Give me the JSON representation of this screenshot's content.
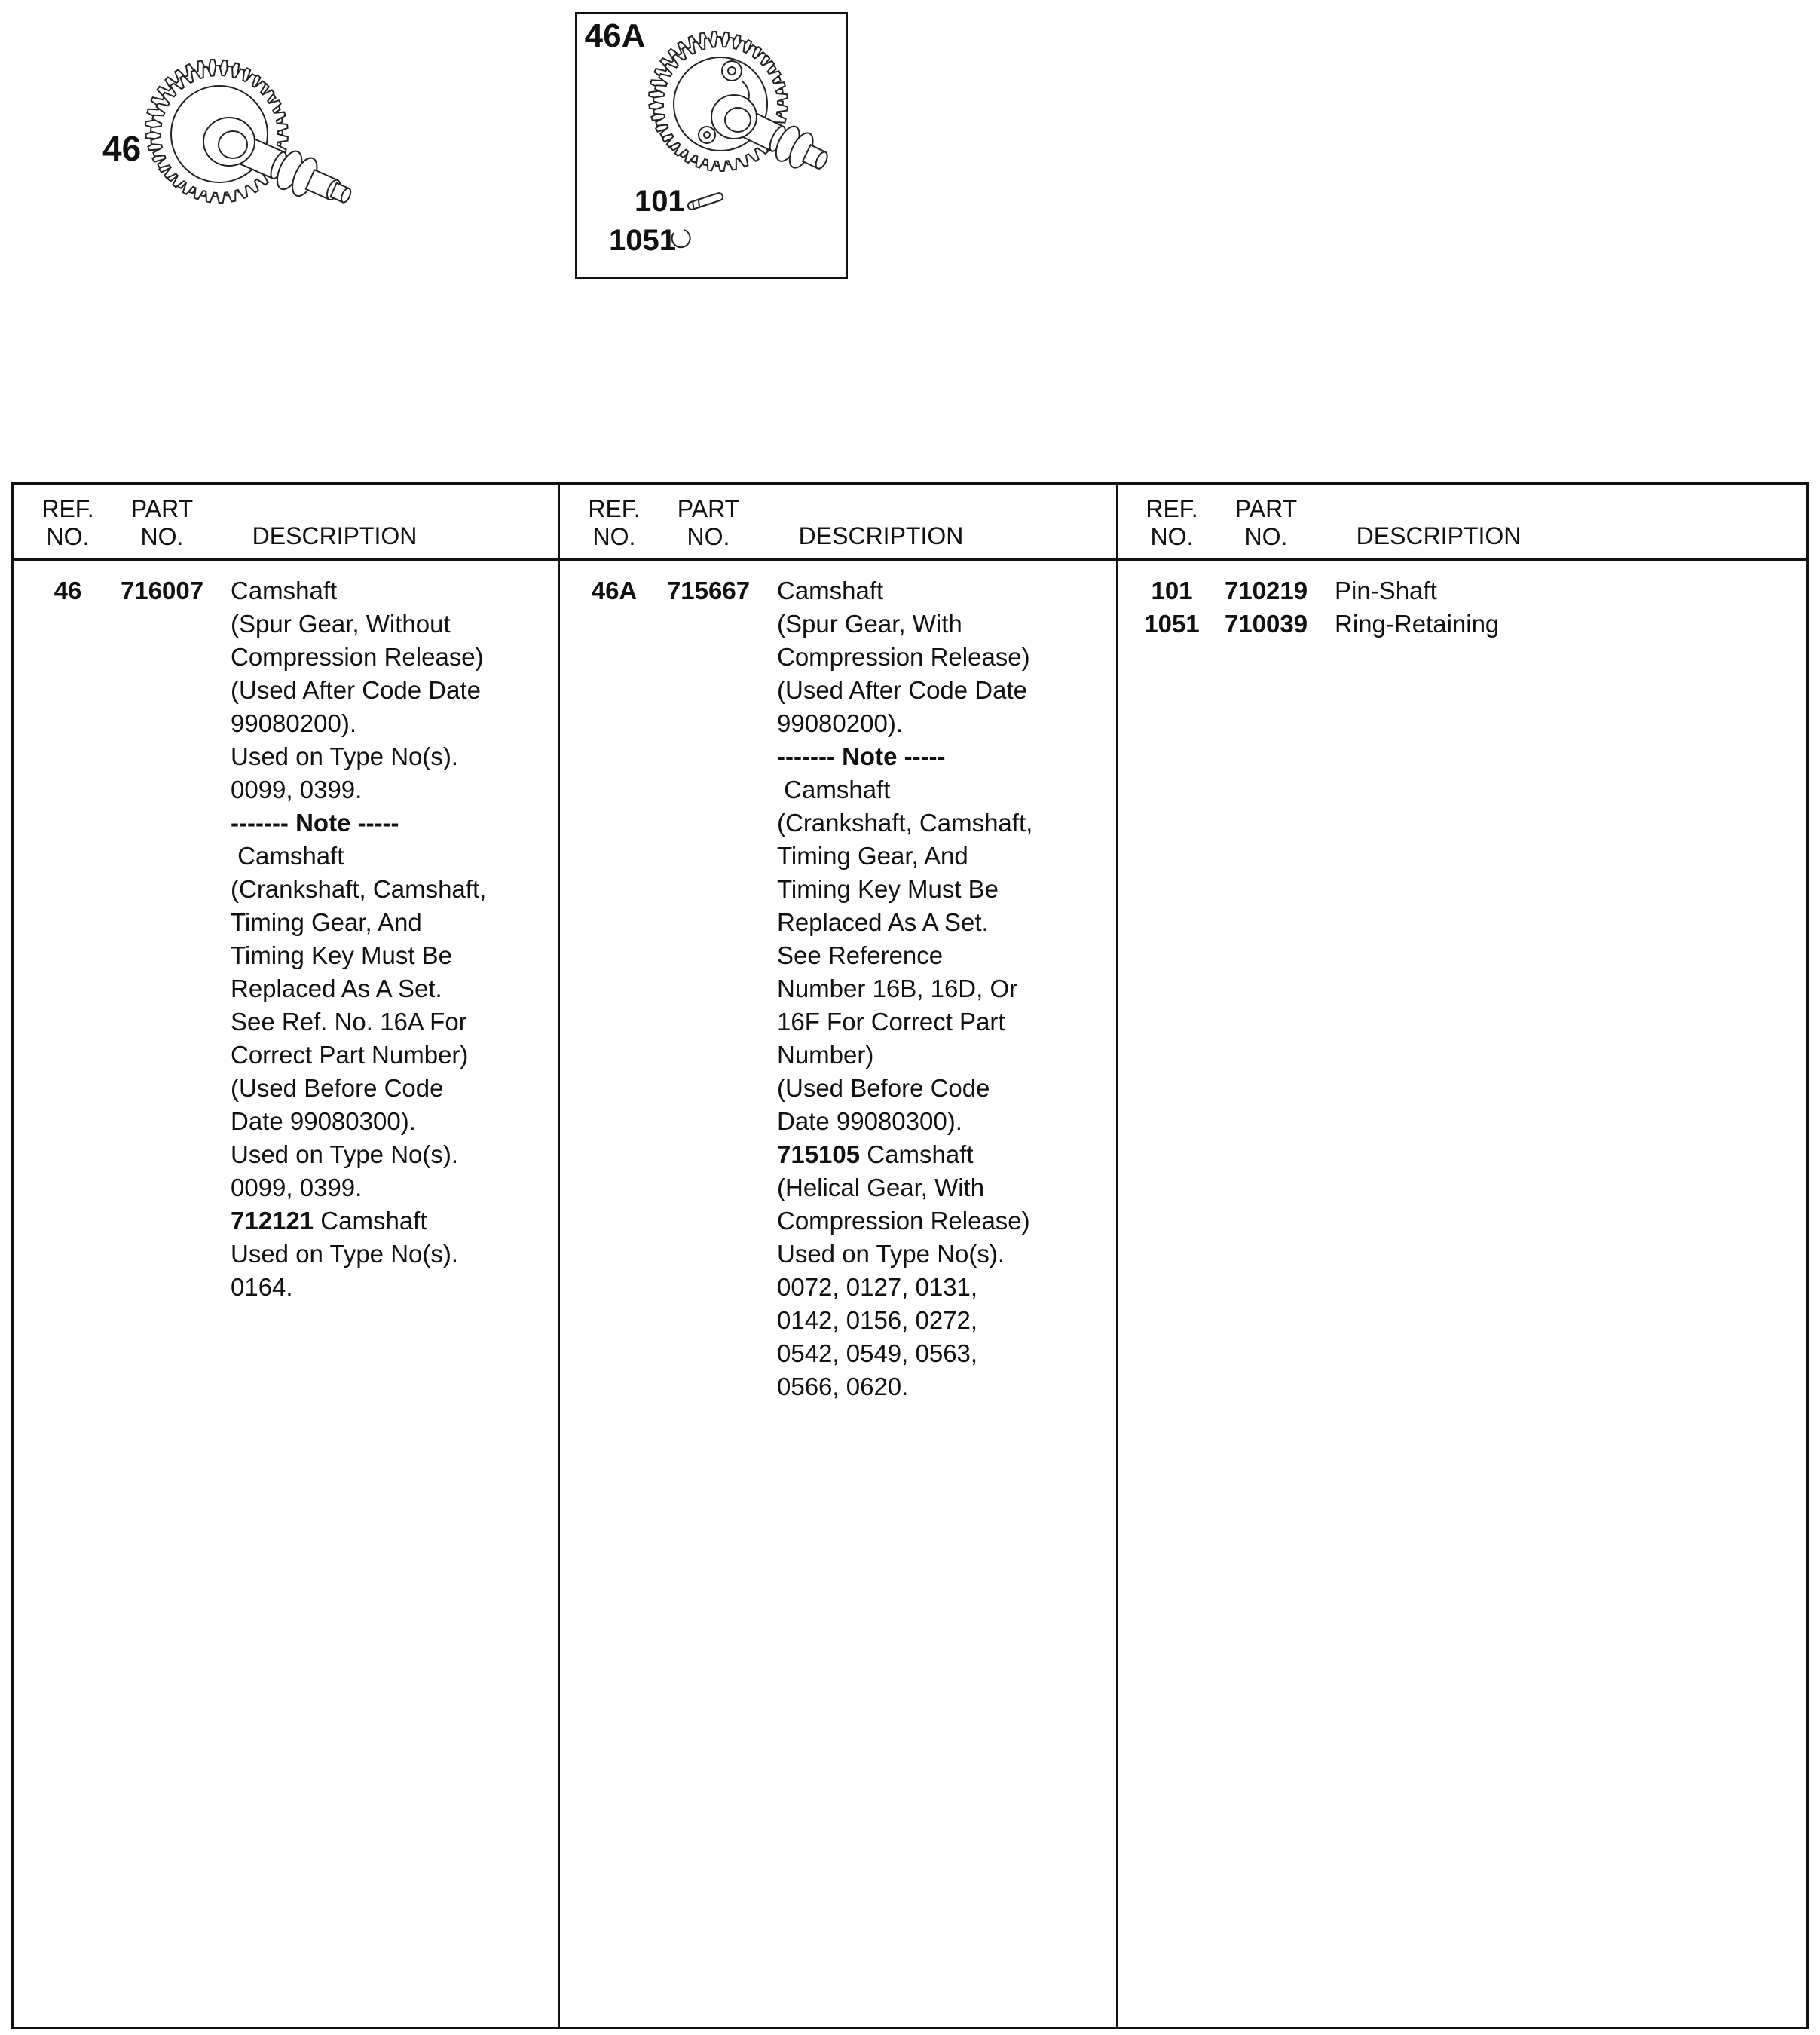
{
  "figures": {
    "label_46": "46",
    "label_46a": "46A",
    "label_101": "101",
    "label_1051": "1051"
  },
  "table": {
    "headers": {
      "ref1": "REF.",
      "ref2": "NO.",
      "part1": "PART",
      "part2": "NO.",
      "desc": "DESCRIPTION"
    },
    "columns": [
      {
        "entries": [
          {
            "ref": "46",
            "part": "716007",
            "desc_lines": [
              "Camshaft",
              "(Spur Gear, Without",
              "Compression Release)",
              "(Used After Code Date",
              "99080200).",
              "Used on Type No(s).",
              "0099, 0399.",
              "**------- Note -----**",
              " Camshaft",
              "(Crankshaft, Camshaft,",
              "Timing Gear, And",
              "Timing Key Must Be",
              "Replaced As A Set.",
              "See Ref. No. 16A For",
              "Correct Part Number)",
              "(Used Before Code",
              "Date 99080300).",
              "Used on Type No(s).",
              "0099, 0399.",
              "**712121** Camshaft",
              "Used on Type No(s).",
              "0164."
            ]
          }
        ]
      },
      {
        "entries": [
          {
            "ref": "46A",
            "part": "715667",
            "desc_lines": [
              "Camshaft",
              "(Spur Gear, With",
              "Compression Release)",
              "(Used After Code Date",
              "99080200).",
              "**------- Note -----**",
              " Camshaft",
              "(Crankshaft, Camshaft,",
              "Timing Gear, And",
              "Timing Key Must Be",
              "Replaced As A Set.",
              "See Reference",
              "Number 16B, 16D, Or",
              "16F For Correct Part",
              "Number)",
              "(Used Before Code",
              "Date 99080300).",
              "**715105** Camshaft",
              "(Helical Gear, With",
              "Compression Release)",
              "Used on Type No(s).",
              "0072, 0127, 0131,",
              "0142, 0156, 0272,",
              "0542, 0549, 0563,",
              "0566, 0620."
            ]
          }
        ]
      },
      {
        "entries": [
          {
            "ref": "101",
            "part": "710219",
            "desc_lines": [
              "Pin-Shaft"
            ]
          },
          {
            "ref": "1051",
            "part": "710039",
            "desc_lines": [
              "Ring-Retaining"
            ]
          }
        ]
      }
    ]
  }
}
